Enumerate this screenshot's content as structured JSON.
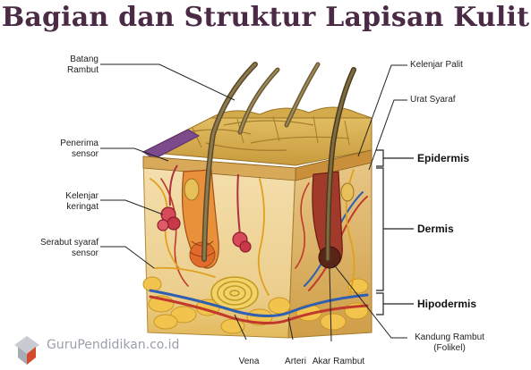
{
  "title": "Bagian dan Struktur Lapisan Kulit",
  "labels": {
    "batang_rambut": "Batang\nRambut",
    "penerima_sensor": "Penerima\nsensor",
    "kelenjar_keringat": "Kelenjar\nkeringat",
    "serabut_syaraf_sensor": "Serabut syaraf\nsensor",
    "kelenjar_palit": "Kelenjar Palit",
    "urat_syaraf": "Urat Syaraf",
    "vena": "Vena",
    "arteri": "Arteri",
    "akar_rambut": "Akar Rambut",
    "kandung_rambut": "Kandung Rambut\n(Folikel)"
  },
  "layers": {
    "epidermis": "Epidermis",
    "dermis": "Dermis",
    "hipodermis": "Hipodermis"
  },
  "watermark": "GuruPendidikan.co.id",
  "colors": {
    "title": "#4a2a44",
    "epidermis_top": "#c9a24a",
    "dermis": "#f1d9a6",
    "fat": "#f3c85a",
    "hair": "#5a4a2a",
    "vein": "#2f5fb0",
    "artery": "#c0392b"
  }
}
